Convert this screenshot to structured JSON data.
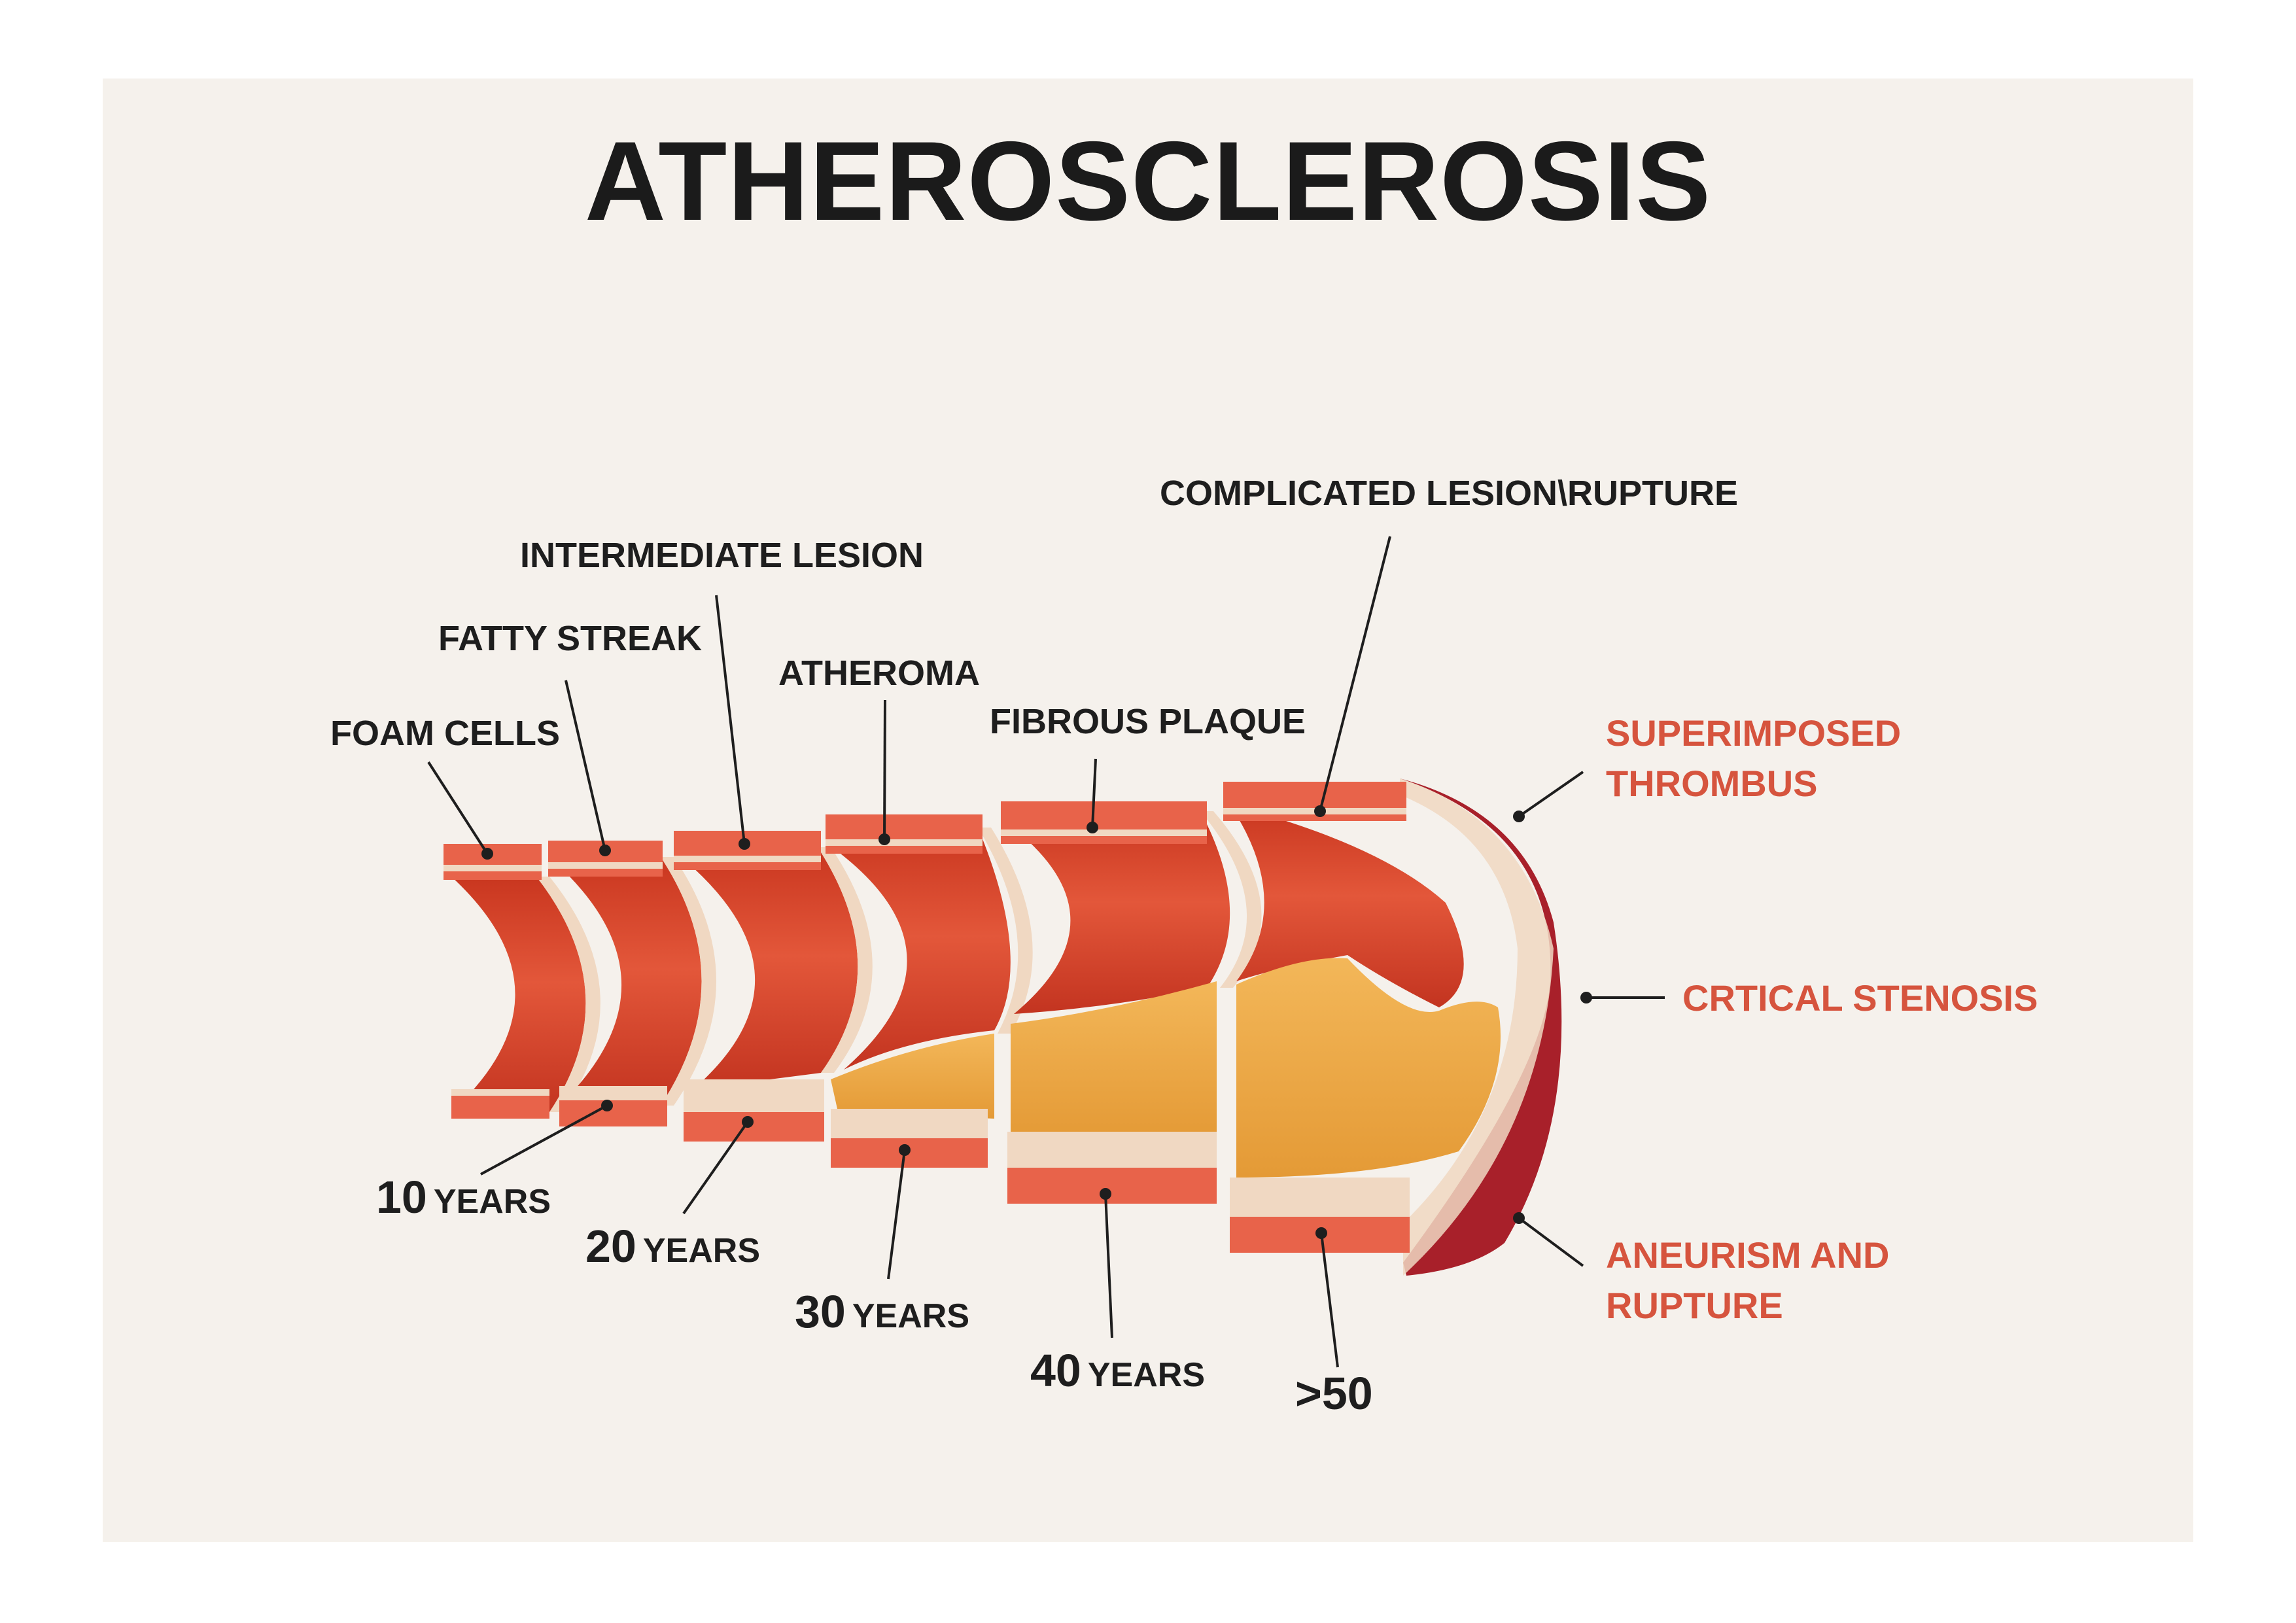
{
  "title": "ATHEROSCLEROSIS",
  "stage_labels": {
    "foam_cells": "FOAM CELLS",
    "fatty_streak": "FATTY STREAK",
    "intermediate_lesion": "INTERMEDIATE LESION",
    "atheroma": "ATHEROMA",
    "fibrous_plaque": "FIBROUS PLAQUE",
    "complicated_lesion": "COMPLICATED LESION\\RUPTURE"
  },
  "age_labels": {
    "y10": {
      "number": "10",
      "unit": "YEARS"
    },
    "y20": {
      "number": "20",
      "unit": "YEARS"
    },
    "y30": {
      "number": "30",
      "unit": "YEARS"
    },
    "y40": {
      "number": "40",
      "unit": "YEARS"
    },
    "y50": {
      "number": ">50",
      "unit": ""
    }
  },
  "complications": {
    "thrombus_line1": "SUPERIMPOSED",
    "thrombus_line2": "THROMBUS",
    "stenosis": "CRTICAL STENOSIS",
    "aneurism_line1": "ANEURISM AND",
    "aneurism_line2": "RUPTURE"
  },
  "colors": {
    "background": "#f5f1ec",
    "vessel_red": "#d94f33",
    "vessel_dark": "#a8202a",
    "vessel_light": "#e8634a",
    "intima_cream": "#f0d8c2",
    "plaque_yellow": "#eeaa48",
    "complication_text": "#d6543e"
  }
}
